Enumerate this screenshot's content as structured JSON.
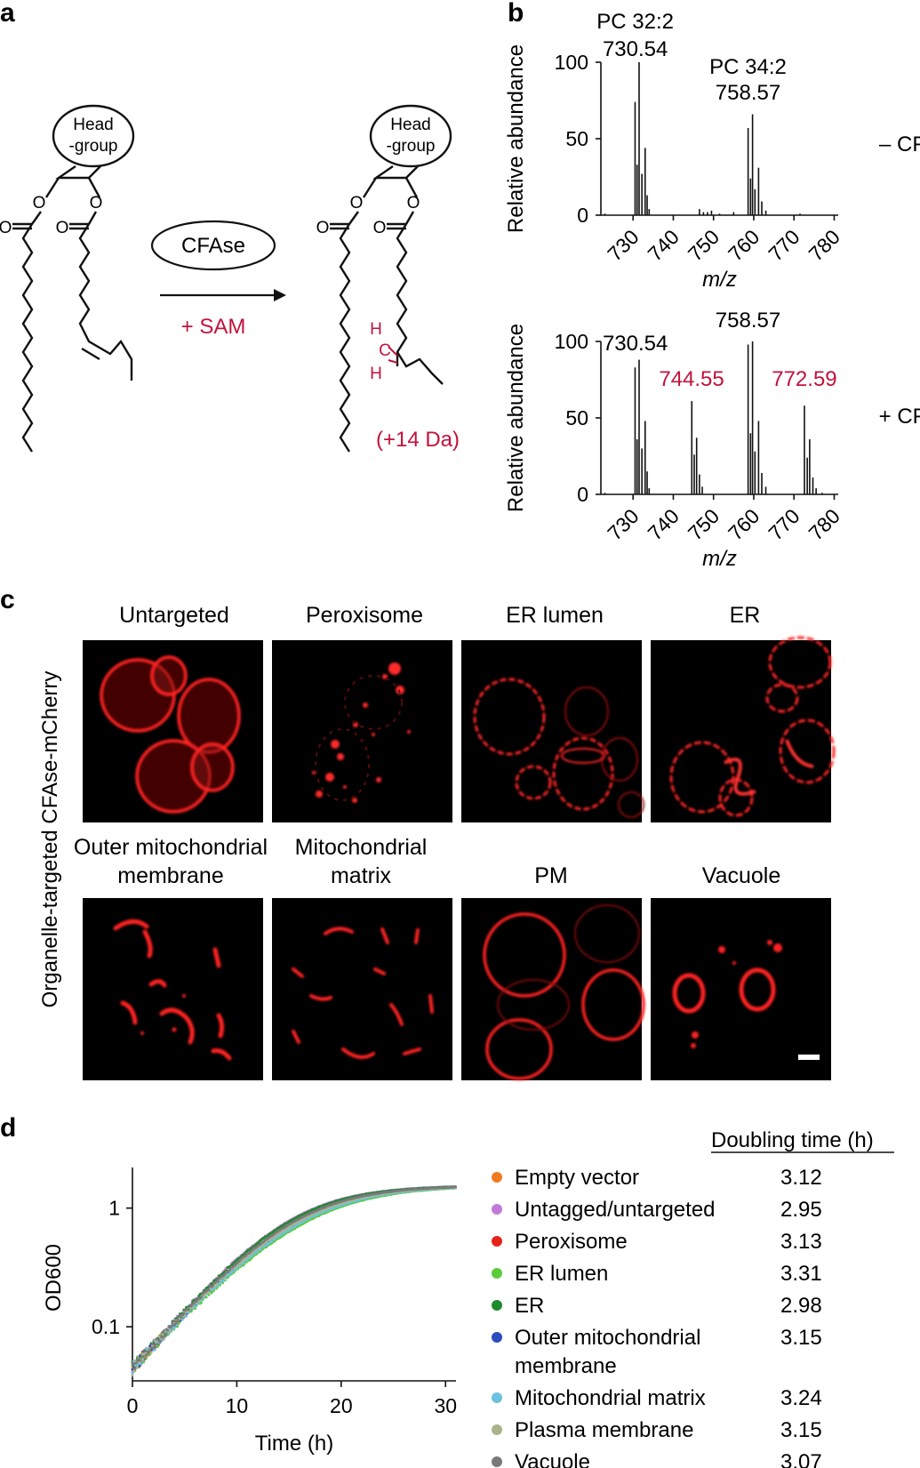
{
  "panels": {
    "a": {
      "label": "a",
      "head_left_1": "Head",
      "head_left_2": "-group",
      "head_right_1": "Head",
      "head_right_2": "-group",
      "enzyme": "CFAse",
      "cofactor": "+ SAM",
      "ester_o": "O",
      "carbonyl_o": "O",
      "cyclo_h": "H",
      "cyclo_c": "C",
      "mass_shift": "(+14 Da)"
    },
    "b": {
      "label": "b"
    },
    "c": {
      "label": "c",
      "ylabel": "Organelle-targeted CFAse-mCherry",
      "titles": [
        "Untargeted",
        "Peroxisome",
        "ER lumen",
        "ER",
        "PM",
        "Vacuole"
      ],
      "titles_two_line": [
        [
          "Outer mitochondrial",
          "membrane"
        ],
        [
          "Mitochondrial",
          "matrix"
        ]
      ]
    },
    "d": {
      "label": "d",
      "legend_header": "Doubling time (h)",
      "legend": [
        {
          "name": [
            "Empty vector"
          ],
          "value": "3.12",
          "color": "#f07a1e"
        },
        {
          "name": [
            "Untagged/untargeted"
          ],
          "value": "2.95",
          "color": "#c27ad8"
        },
        {
          "name": [
            "Peroxisome"
          ],
          "value": "3.13",
          "color": "#e5231b"
        },
        {
          "name": [
            "ER lumen"
          ],
          "value": "3.31",
          "color": "#5bcb3c"
        },
        {
          "name": [
            "ER"
          ],
          "value": "2.98",
          "color": "#1f8a2e"
        },
        {
          "name": [
            "Outer mitochondrial",
            "membrane"
          ],
          "value": "3.15",
          "color": "#2a4cbd"
        },
        {
          "name": [
            "Mitochondrial matrix"
          ],
          "value": "3.24",
          "color": "#6cc2df"
        },
        {
          "name": [
            "Plasma membrane"
          ],
          "value": "3.15",
          "color": "#a9b48c"
        },
        {
          "name": [
            "Vacuole"
          ],
          "value": "3.07",
          "color": "#7a7a7a"
        }
      ]
    }
  },
  "chart_data": [
    {
      "type": "bar",
      "panel": "b-top",
      "xlabel": "m/z",
      "ylabel": "Relative abundance",
      "xlim": [
        722,
        781
      ],
      "ylim": [
        0,
        100
      ],
      "xticks": [
        730,
        740,
        750,
        760,
        770,
        780
      ],
      "yticks": [
        0,
        50,
        100
      ],
      "condition": "– CFAse",
      "annotations": [
        {
          "text": "PC 32:2",
          "x": 730.54
        },
        {
          "text": "730.54",
          "x": 730.54
        },
        {
          "text": "PC 34:2",
          "x": 758.57
        },
        {
          "text": "758.57",
          "x": 758.57
        }
      ],
      "x": [
        723,
        730.5,
        731,
        731.5,
        732.2,
        733,
        733.5,
        734,
        746.5,
        747.5,
        748.5,
        749.5,
        751.5,
        755,
        758.6,
        759.2,
        759.7,
        760.3,
        761.2,
        762,
        763,
        771.5
      ],
      "values": [
        1,
        74,
        33,
        100,
        27,
        44,
        13,
        4,
        4,
        2,
        2,
        3,
        1,
        2,
        57,
        24,
        66,
        17,
        31,
        9,
        3,
        1
      ]
    },
    {
      "type": "bar",
      "panel": "b-bottom",
      "xlabel": "m/z",
      "ylabel": "Relative abundance",
      "xlim": [
        722,
        781
      ],
      "ylim": [
        0,
        100
      ],
      "xticks": [
        730,
        740,
        750,
        760,
        770,
        780
      ],
      "yticks": [
        0,
        50,
        100
      ],
      "condition": "+ CFAse",
      "annotations": [
        {
          "text": "730.54",
          "x": 730.54
        },
        {
          "text": "758.57",
          "x": 758.57
        },
        {
          "text": "744.55",
          "x": 744.55,
          "color": "#c3123c"
        },
        {
          "text": "772.59",
          "x": 772.59,
          "color": "#c3123c"
        }
      ],
      "x": [
        723,
        730.5,
        731,
        731.5,
        732.2,
        733,
        733.5,
        734,
        744.6,
        745.2,
        745.8,
        746.5,
        747.2,
        758.6,
        759.2,
        759.7,
        760.3,
        761.2,
        762,
        763,
        772.6,
        773.3,
        773.9,
        774.7,
        775.5,
        777
      ],
      "values": [
        1,
        83,
        36,
        88,
        30,
        48,
        15,
        4,
        61,
        26,
        37,
        13,
        5,
        98,
        40,
        100,
        28,
        48,
        14,
        5,
        58,
        24,
        36,
        11,
        4,
        1
      ]
    },
    {
      "type": "scatter",
      "panel": "d",
      "xlabel": "Time (h)",
      "ylabel": "OD600",
      "log_y": true,
      "xlim": [
        0,
        31
      ],
      "ylim": [
        0.035,
        2.2
      ],
      "xticks": [
        0,
        10,
        20,
        30
      ],
      "yticks": [
        0.1,
        1
      ],
      "ytick_labels": [
        "0.1",
        "1"
      ],
      "logistic_fit": {
        "max_od": 1.55,
        "start_od": 0.045
      },
      "series": [
        {
          "name": "Empty vector",
          "doubling_h": 3.12,
          "color": "#f07a1e"
        },
        {
          "name": "Untagged/untargeted",
          "doubling_h": 2.95,
          "color": "#c27ad8"
        },
        {
          "name": "Peroxisome",
          "doubling_h": 3.13,
          "color": "#e5231b"
        },
        {
          "name": "ER lumen",
          "doubling_h": 3.31,
          "color": "#5bcb3c"
        },
        {
          "name": "ER",
          "doubling_h": 2.98,
          "color": "#1f8a2e"
        },
        {
          "name": "Outer mitochondrial membrane",
          "doubling_h": 3.15,
          "color": "#2a4cbd"
        },
        {
          "name": "Mitochondrial matrix",
          "doubling_h": 3.24,
          "color": "#6cc2df"
        },
        {
          "name": "Plasma membrane",
          "doubling_h": 3.15,
          "color": "#a9b48c"
        },
        {
          "name": "Vacuole",
          "doubling_h": 3.07,
          "color": "#7a7a7a"
        }
      ]
    }
  ]
}
